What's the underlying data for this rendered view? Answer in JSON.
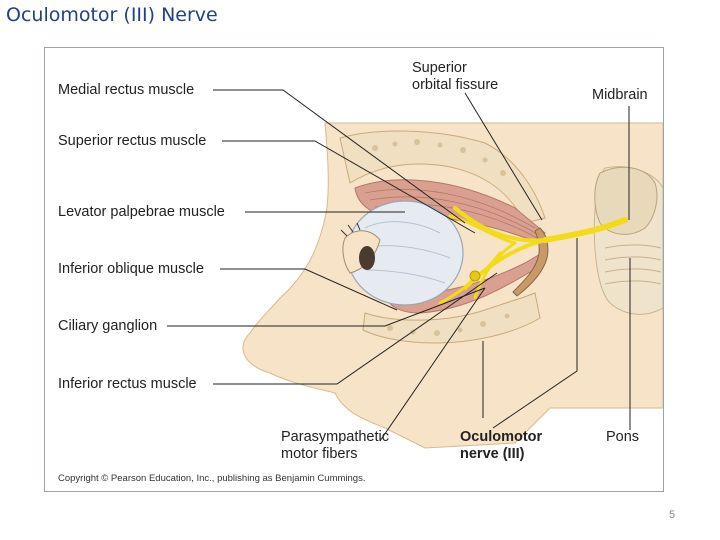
{
  "slide": {
    "title": "Oculomotor (III) Nerve",
    "page_number": "5"
  },
  "figure": {
    "labels": {
      "medial_rectus": "Medial rectus muscle",
      "superior_rectus": "Superior rectus muscle",
      "levator_palpebrae": "Levator palpebrae muscle",
      "inferior_oblique": "Inferior oblique muscle",
      "ciliary_ganglion": "Ciliary ganglion",
      "inferior_rectus": "Inferior rectus muscle",
      "superior_orbital_fissure_1": "Superior",
      "superior_orbital_fissure_2": "orbital fissure",
      "midbrain": "Midbrain",
      "parasympathetic_1": "Parasympathetic",
      "parasympathetic_2": "motor fibers",
      "oculomotor_1": "Oculomotor",
      "oculomotor_2": "nerve (III)",
      "pons": "Pons"
    },
    "copyright": "Copyright © Pearson Education, Inc., publishing as Benjamin Cummings.",
    "colors": {
      "skin": "#f7e4c8",
      "bone": "#f0dfc0",
      "muscle": "#d9a08f",
      "nerve": "#f2dc1a",
      "eye": "#e6ebf2",
      "brain": "#efe3cc"
    }
  }
}
